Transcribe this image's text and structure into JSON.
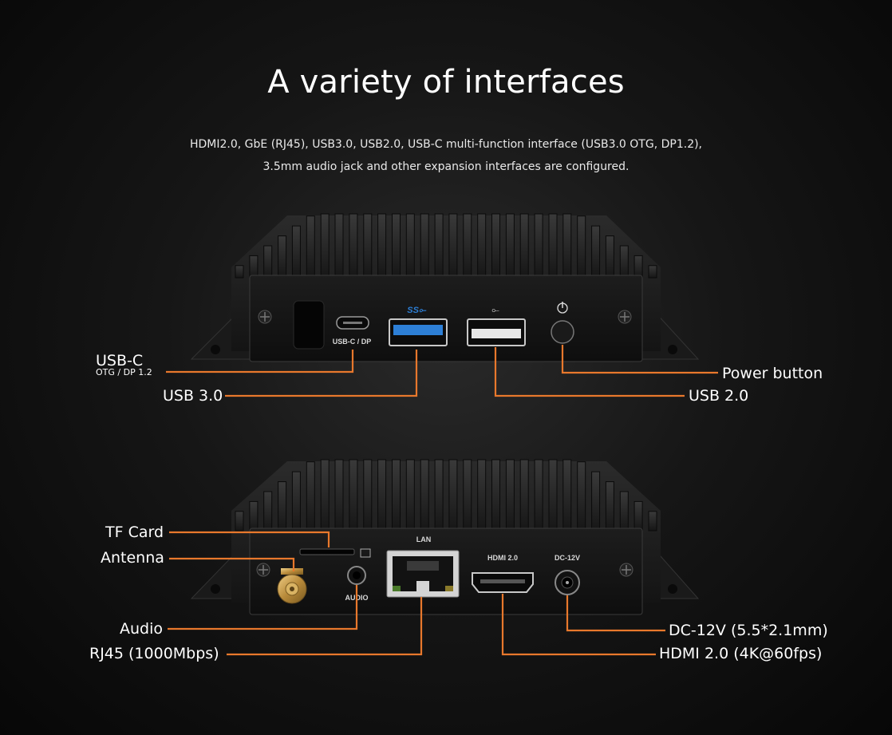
{
  "title": "A variety of interfaces",
  "subtitle_line1": "HDMI2.0, GbE (RJ45), USB3.0, USB2.0, USB-C multi-function interface (USB3.0 OTG, DP1.2),",
  "subtitle_line2": "3.5mm audio jack and other expansion interfaces are configured.",
  "top_device": {
    "port_labels": {
      "usbc": "USB-C / DP"
    },
    "callouts": {
      "usbc": "USB-C",
      "usbc_sub": "OTG / DP 1.2",
      "usb3": "USB 3.0",
      "power": "Power button",
      "usb2": "USB 2.0"
    }
  },
  "bottom_device": {
    "port_labels": {
      "lan": "LAN",
      "hdmi": "HDMI 2.0",
      "dc": "DC-12V",
      "audio": "AUDIO"
    },
    "callouts": {
      "tf": "TF Card",
      "antenna": "Antenna",
      "audio": "Audio",
      "rj45": "RJ45 (1000Mbps)",
      "dc": "DC-12V (5.5*2.1mm)",
      "hdmi": "HDMI 2.0 (4K@60fps)"
    }
  },
  "colors": {
    "accent": "#e8782c",
    "usb3_blue": "#2d7fd6",
    "background": "#0b0b0b"
  }
}
